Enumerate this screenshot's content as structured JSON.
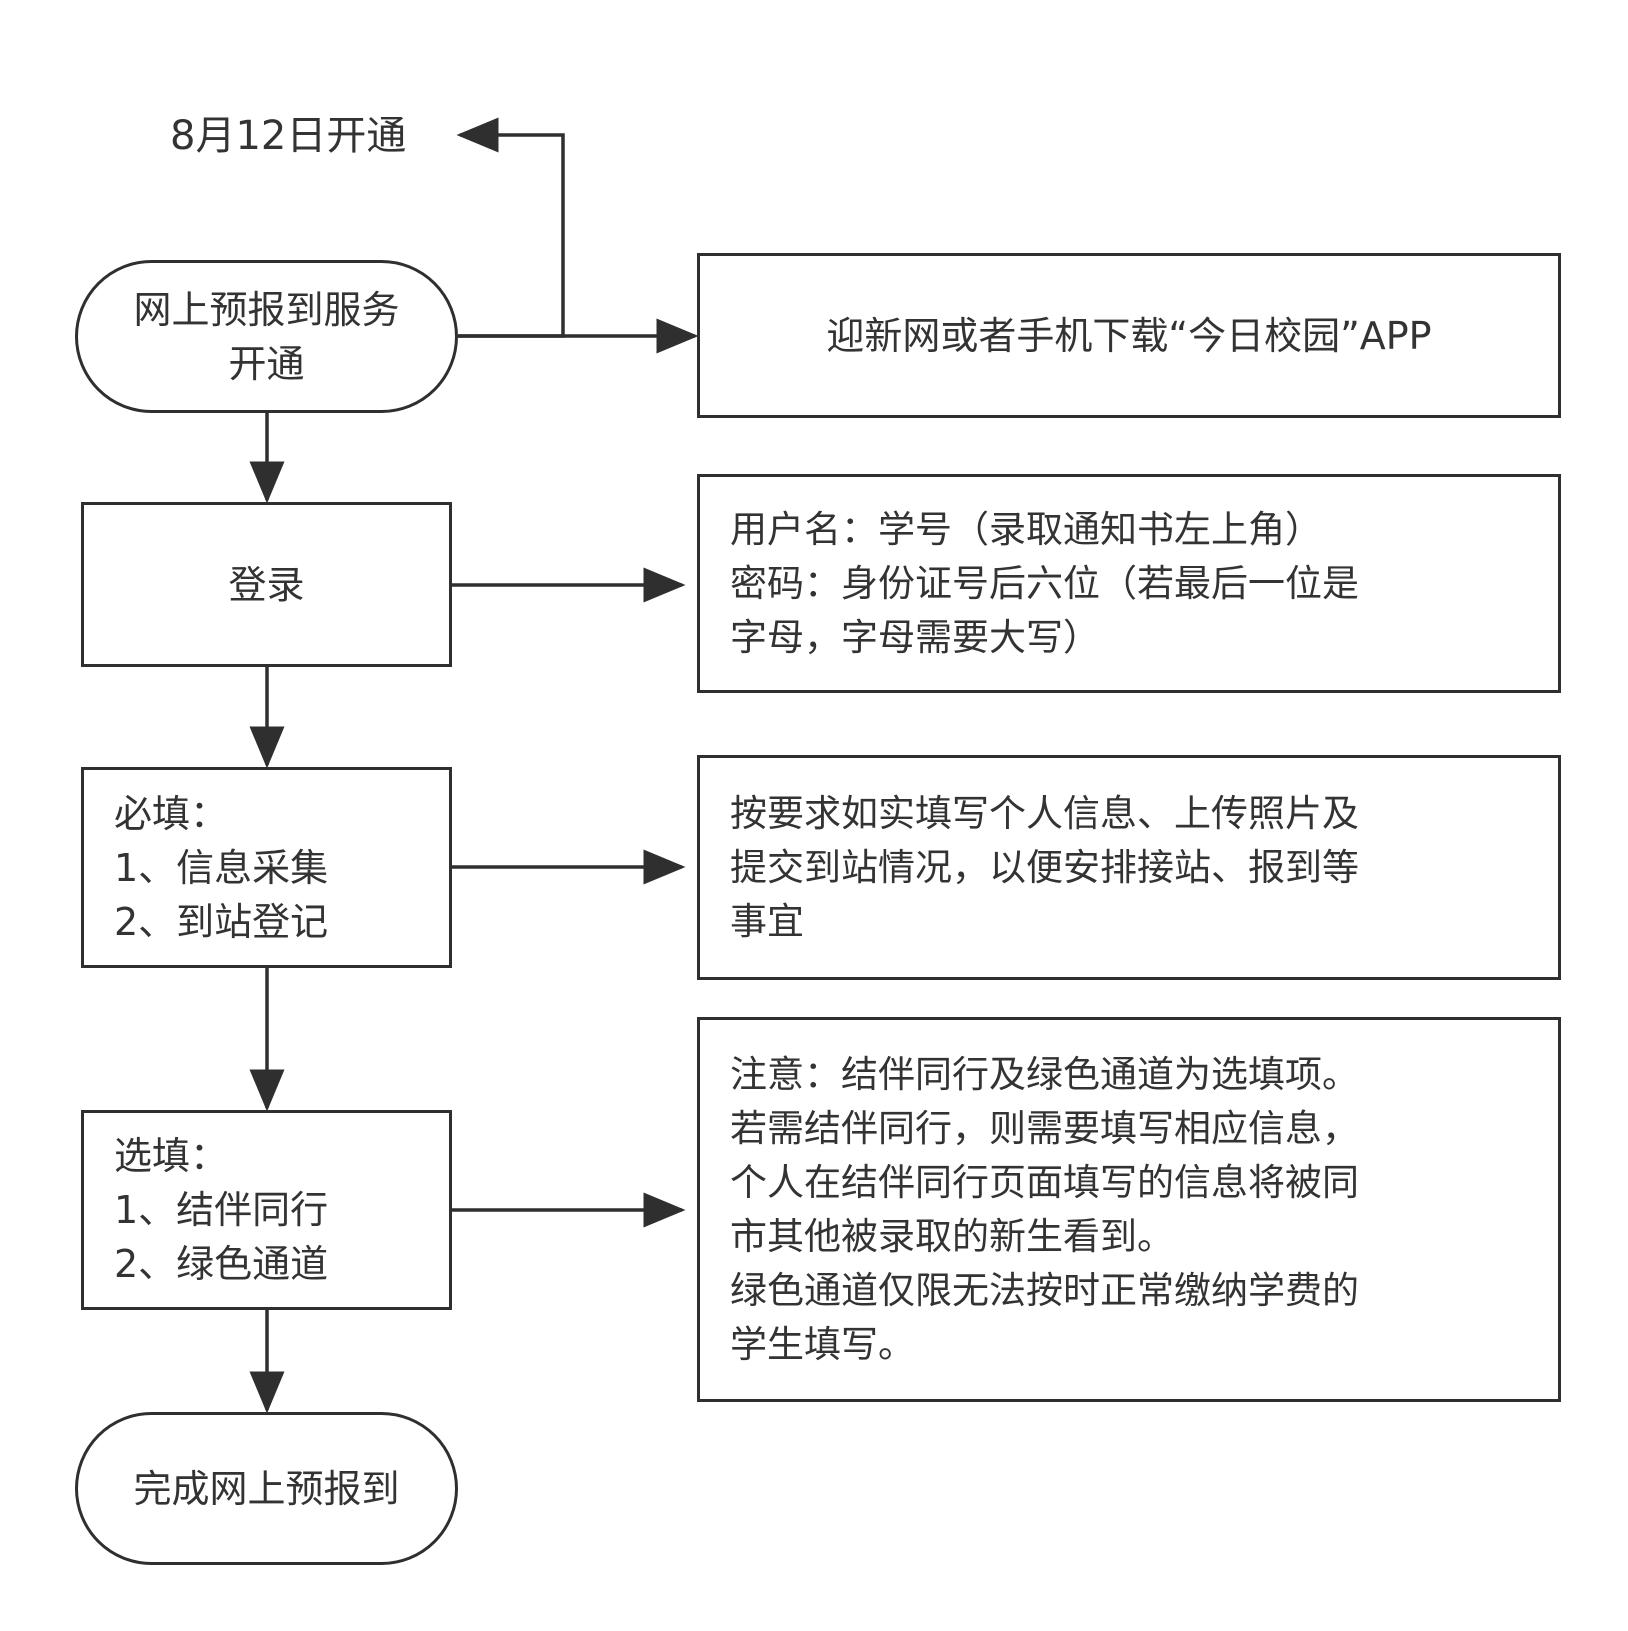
{
  "diagram": {
    "open_date": "8月12日开通",
    "steps": {
      "start": "网上预报到服务\n开通",
      "login": "登录",
      "required": "必填：\n1、信息采集\n2、到站登记",
      "optional": "选填：\n1、结伴同行\n2、绿色通道",
      "end": "完成网上预报到"
    },
    "notes": {
      "app": "迎新网或者手机下载“今日校园”APP",
      "credentials": "用户名：学号（录取通知书左上角）\n密码：身份证号后六位（若最后一位是\n字母，字母需要大写）",
      "required_info": "按要求如实填写个人信息、上传照片及\n提交到站情况，以便安排接站、报到等\n事宜",
      "optional_info": "注意：结伴同行及绿色通道为选填项。\n若需结伴同行，则需要填写相应信息，\n个人在结伴同行页面填写的信息将被同\n市其他被录取的新生看到。\n绿色通道仅限无法按时正常缴纳学费的\n学生填写。"
    },
    "colors": {
      "stroke": "#2f2f2f",
      "text": "#333333",
      "background": "#ffffff"
    }
  }
}
